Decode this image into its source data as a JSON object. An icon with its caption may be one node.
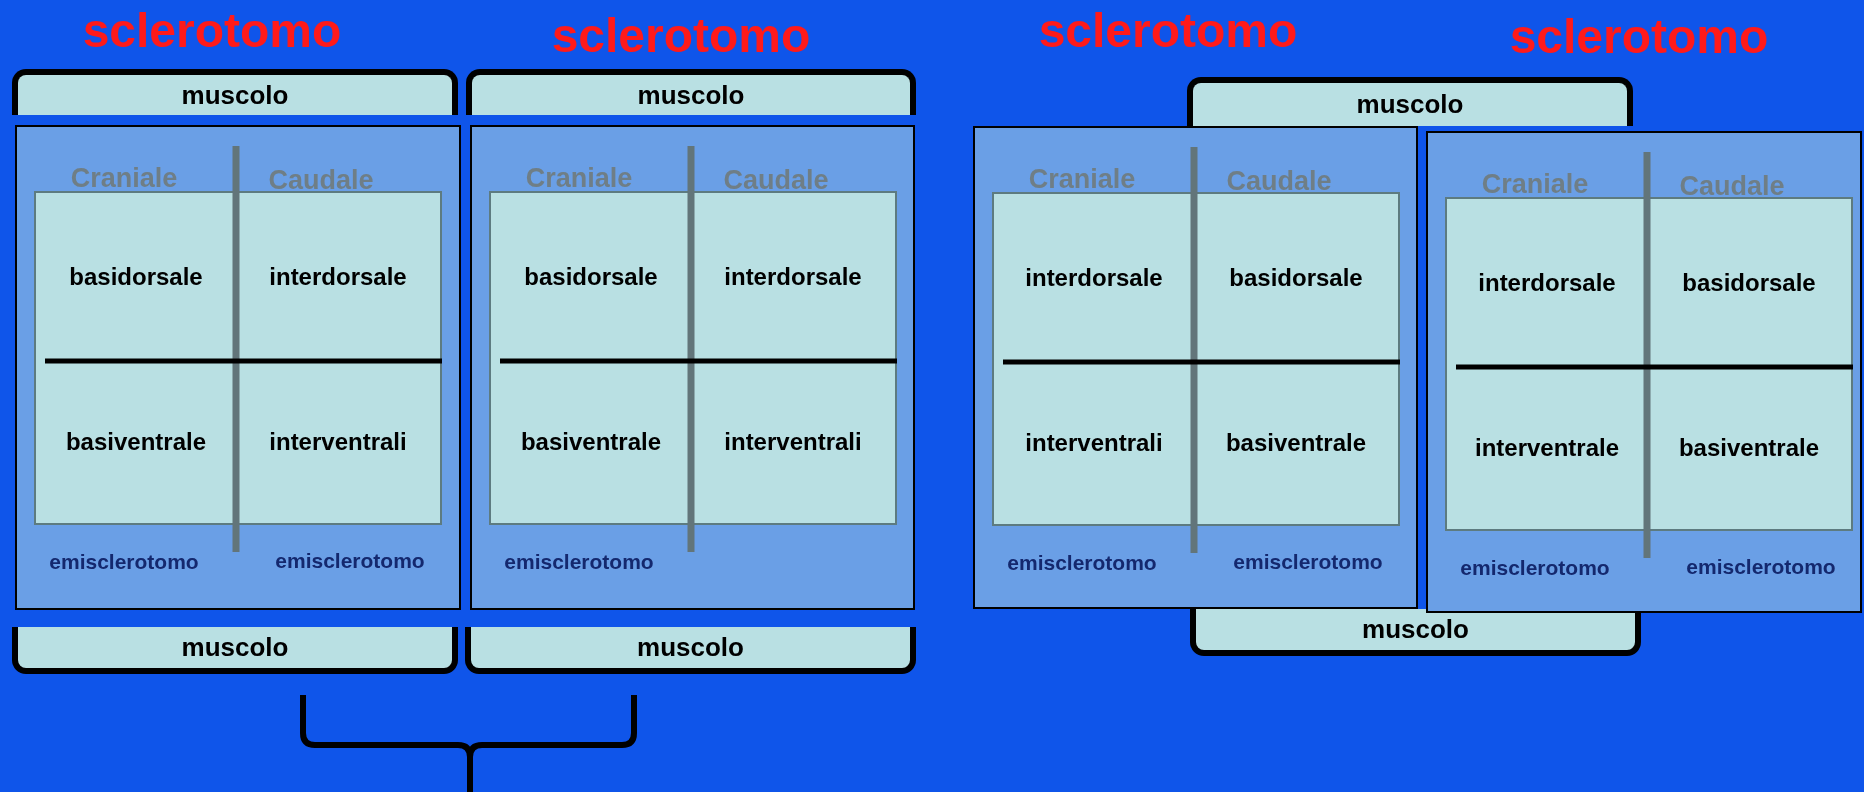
{
  "diagram": {
    "nodes": [
      {
        "text": [
          "muscolo"
        ]
      },
      {
        "text": [
          "muscolo"
        ]
      },
      {
        "text": [
          "Craniale",
          "Caudale",
          "emisclerotomo",
          "emisclerotomo"
        ]
      },
      {
        "text": [
          "basidorsale"
        ],
        "in": 2
      },
      {
        "text": [
          "interdorsale"
        ],
        "in": 2
      },
      {
        "text": [
          "basiventrale"
        ],
        "in": 2
      },
      {
        "text": [
          "interventrali"
        ],
        "in": 2
      },
      {
        "text": [
          "Craniale",
          "Caudale",
          "emisclerotomo"
        ]
      },
      {
        "text": [
          "basidorsale"
        ],
        "in": 7
      },
      {
        "text": [
          "interdorsale"
        ],
        "in": 7
      },
      {
        "text": [
          "basiventrale"
        ],
        "in": 7
      },
      {
        "text": [
          "interventrali"
        ],
        "in": 7
      },
      {
        "text": [
          "muscolo"
        ]
      },
      {
        "text": [
          "muscolo"
        ]
      },
      {
        "text": [
          "muscolo"
        ]
      },
      {
        "text": [
          "Craniale",
          "Caudale",
          "emisclerotomo",
          "emisclerotomo"
        ]
      },
      {
        "text": [
          "interdorsale"
        ],
        "in": 15
      },
      {
        "text": [
          "basidorsale"
        ],
        "in": 15
      },
      {
        "text": [
          "interventrali"
        ],
        "in": 15
      },
      {
        "text": [
          "basiventrale"
        ],
        "in": 15
      },
      {
        "text": [
          "Craniale",
          "Caudale",
          "emisclerotomo",
          "emisclerotomo"
        ]
      },
      {
        "text": [
          "interdorsale"
        ],
        "in": 20
      },
      {
        "text": [
          "basidorsale"
        ],
        "in": 20
      },
      {
        "text": [
          "interventrale"
        ],
        "in": 20
      },
      {
        "text": [
          "basiventrale"
        ],
        "in": 20
      },
      {
        "text": [
          "muscolo"
        ]
      }
    ],
    "labels": [
      "sclerotomo",
      "sclerotomo",
      "sclerotomo",
      "sclerotomo"
    ]
  }
}
